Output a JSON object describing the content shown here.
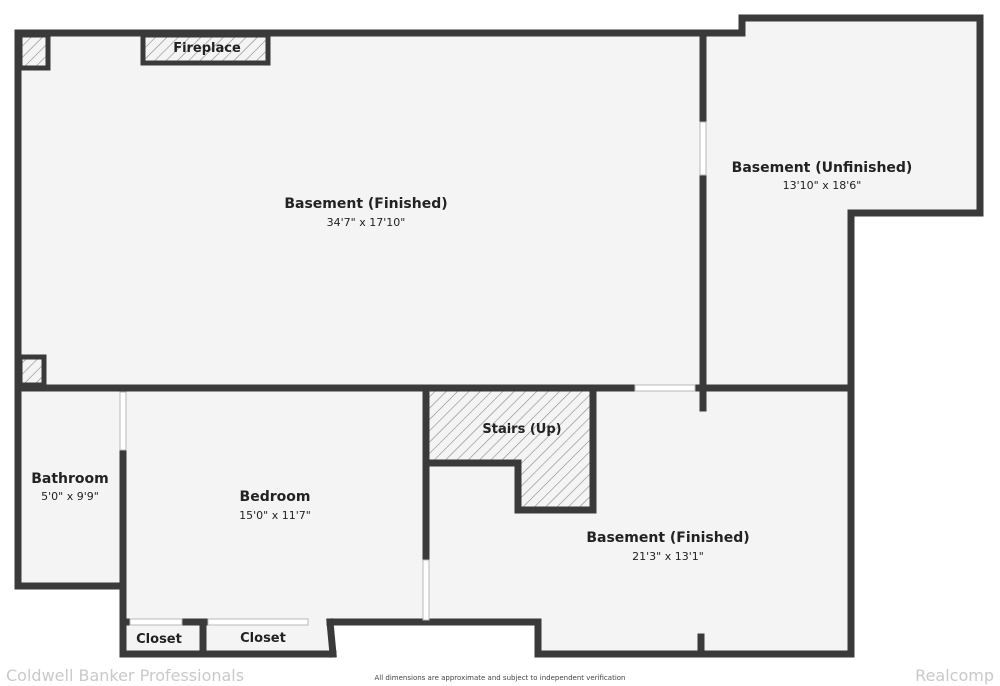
{
  "colors": {
    "wall": "#3a3a3a",
    "floor": "#f4f4f4",
    "hatch": "#888888",
    "footer_text": "#c9c9c9"
  },
  "rooms": {
    "basement_finished_main": {
      "name": "Basement (Finished)",
      "dimensions": "34'7\" x 17'10\""
    },
    "basement_unfinished": {
      "name": "Basement (Unfinished)",
      "dimensions": "13'10\" x 18'6\""
    },
    "bathroom": {
      "name": "Bathroom",
      "dimensions": "5'0\" x 9'9\""
    },
    "bedroom": {
      "name": "Bedroom",
      "dimensions": "15'0\" x 11'7\""
    },
    "basement_finished_lower": {
      "name": "Basement (Finished)",
      "dimensions": "21'3\" x 13'1\""
    }
  },
  "features": {
    "fireplace": "Fireplace",
    "stairs": "Stairs (Up)",
    "closet_1": "Closet",
    "closet_2": "Closet"
  },
  "footer": {
    "left": "Coldwell Banker Professionals",
    "note": "All dimensions are approximate and subject to independent verification",
    "right": "Realcomp"
  }
}
